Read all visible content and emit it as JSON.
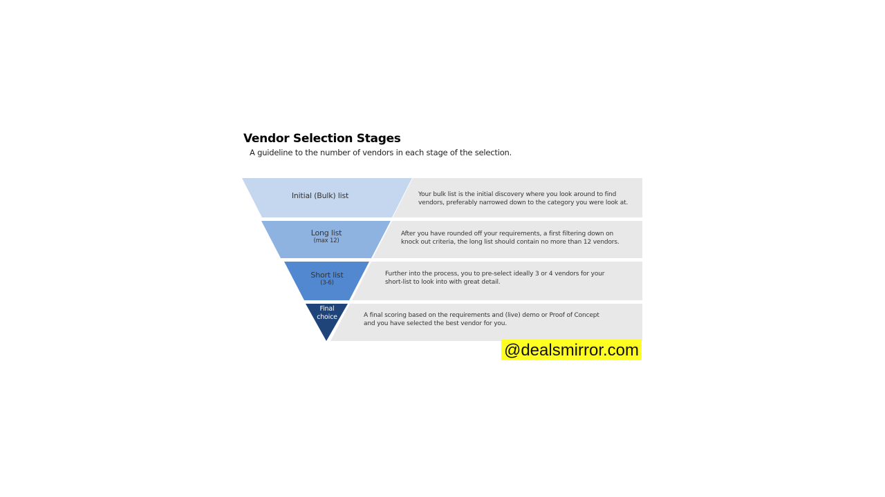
{
  "header": {
    "title": "Vendor Selection Stages",
    "subtitle": "A guideline to the number of vendors in each stage of the selection."
  },
  "colors": {
    "stage1": "#c5d7ef",
    "stage2": "#8fb3e1",
    "stage3": "#5288d0",
    "stage4": "#1f4479",
    "panel": "#e8e8e8",
    "watermark": "#ffff22"
  },
  "stages": [
    {
      "label": "Initial (Bulk) list",
      "sublabel": "",
      "description_line1": "Your bulk list is the initial discovery where you look around to find",
      "description_line2": "vendors, preferably narrowed down to the category you were look at."
    },
    {
      "label": "Long list",
      "sublabel": "(max 12)",
      "description_line1": "After you have rounded off your requirements, a first filtering down on",
      "description_line2": "knock out criteria, the long list should contain no more than 12 vendors."
    },
    {
      "label": "Short list",
      "sublabel": "(3-6)",
      "description_line1": "Further into the process, you to pre-select ideally 3 or 4 vendors for your",
      "description_line2": "short-list to look into with great detail."
    },
    {
      "label_line1": "Final",
      "label_line2": "choice",
      "description_line1": "A final scoring based on the requirements and (live) demo or Proof of Concept",
      "description_line2": "and you have selected the best vendor for you."
    }
  ],
  "watermark": {
    "text": "@dealsmirror.com"
  }
}
